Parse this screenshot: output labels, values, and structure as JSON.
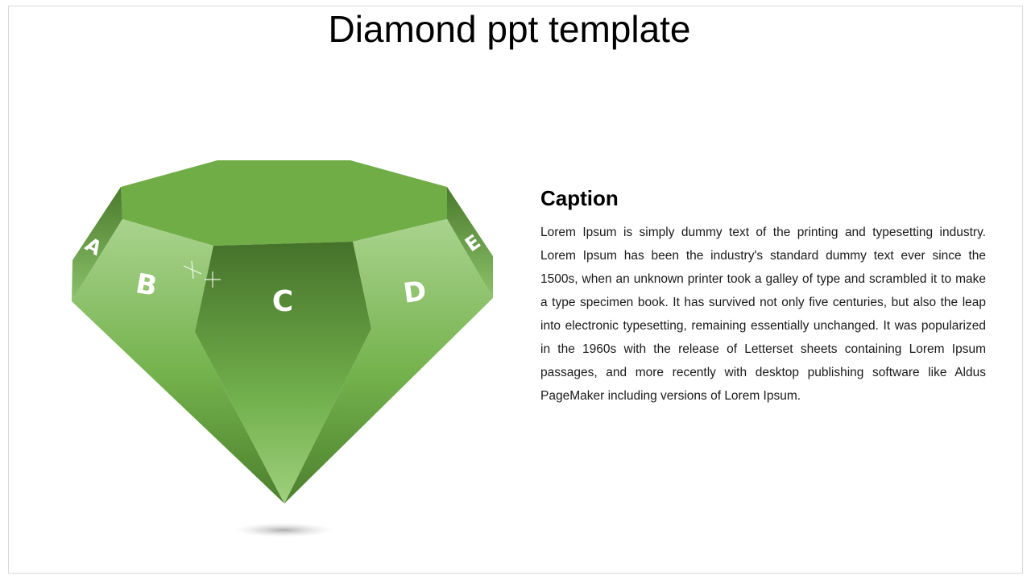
{
  "slide": {
    "title": "Diamond ppt template"
  },
  "diagram": {
    "facets": [
      {
        "id": "a",
        "label": "A"
      },
      {
        "id": "b",
        "label": "B"
      },
      {
        "id": "c",
        "label": "C"
      },
      {
        "id": "d",
        "label": "D"
      },
      {
        "id": "e",
        "label": "E"
      }
    ],
    "colors": {
      "table": "#70ad47",
      "dark": "#4a7a2c",
      "light": "#a9d18e"
    }
  },
  "caption": {
    "heading": "Caption",
    "body": "Lorem Ipsum is simply dummy text of the printing and typesetting industry. Lorem Ipsum has been the industry's standard dummy text ever since the 1500s, when an unknown printer took a galley of type and scrambled it to make a type specimen book. It has survived not only five centuries, but also the leap into electronic typesetting, remaining essentially unchanged. It was popularized in the 1960s with the release of Letterset sheets containing Lorem Ipsum passages, and more recently with desktop publishing software like Aldus PageMaker including versions of Lorem Ipsum."
  }
}
